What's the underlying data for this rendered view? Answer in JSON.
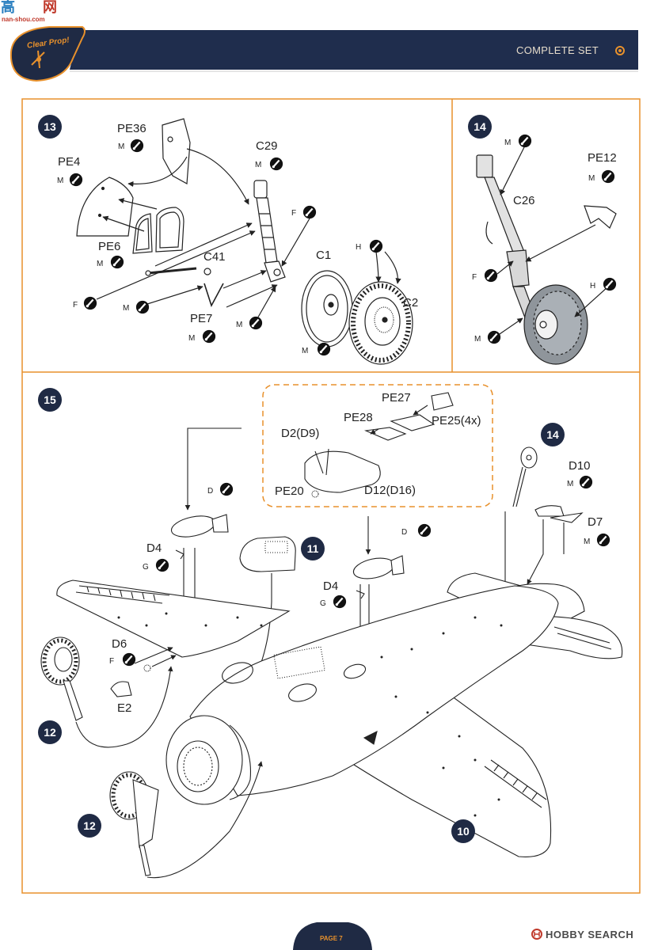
{
  "watermark": {
    "left_char": "高",
    "right_char": "网",
    "site": "nan-shou.com"
  },
  "logo": {
    "text": "Clear Prop!"
  },
  "header": {
    "title": "COMPLETE SET"
  },
  "step13": {
    "number": "13",
    "callouts": [
      {
        "part": "PE36",
        "paint": "M"
      },
      {
        "part": "C29",
        "paint": "M"
      },
      {
        "part": "PE4",
        "paint": "M"
      },
      {
        "paint": "F"
      },
      {
        "paint": "H"
      },
      {
        "part": "C1"
      },
      {
        "part": "PE6",
        "paint": "M"
      },
      {
        "part": "C41"
      },
      {
        "part": "C2"
      },
      {
        "paint": "F"
      },
      {
        "paint": "M"
      },
      {
        "part": "PE7",
        "paint": "M"
      },
      {
        "paint": "M"
      },
      {
        "paint": "M"
      }
    ]
  },
  "step14": {
    "number": "14",
    "callouts": [
      {
        "paint": "M"
      },
      {
        "part": "PE12",
        "paint": "M"
      },
      {
        "part": "C26"
      },
      {
        "paint": "F"
      },
      {
        "paint": "H"
      },
      {
        "paint": "M"
      }
    ]
  },
  "step15": {
    "number": "15",
    "callouts": [
      {
        "part": "PE27"
      },
      {
        "part": "PE28"
      },
      {
        "part": "PE25(4x)"
      },
      {
        "part": "D2(D9)"
      },
      {
        "part": "PE20"
      },
      {
        "part": "D12(D16)"
      },
      {
        "part": "D10",
        "paint": "M"
      },
      {
        "paint": "D"
      },
      {
        "paint": "D"
      },
      {
        "part": "D7",
        "paint": "M"
      },
      {
        "part": "D4",
        "paint": "G"
      },
      {
        "part": "D4",
        "paint": "G"
      },
      {
        "part": "D6",
        "paint": "F"
      },
      {
        "part": "E2"
      }
    ],
    "step_refs": [
      "14",
      "11",
      "12",
      "12",
      "10"
    ]
  },
  "footer": {
    "page": "PAGE 7",
    "watermark": "HOBBY SEARCH"
  },
  "colors": {
    "navy": "#1f2a44",
    "orange": "#e8912c",
    "line": "#222222"
  },
  "icons": {
    "paint_marker": "paint-marker-icon",
    "header_dot": "orange-dot-icon",
    "hobby_search_logo": "hobby-search-logo-icon"
  }
}
